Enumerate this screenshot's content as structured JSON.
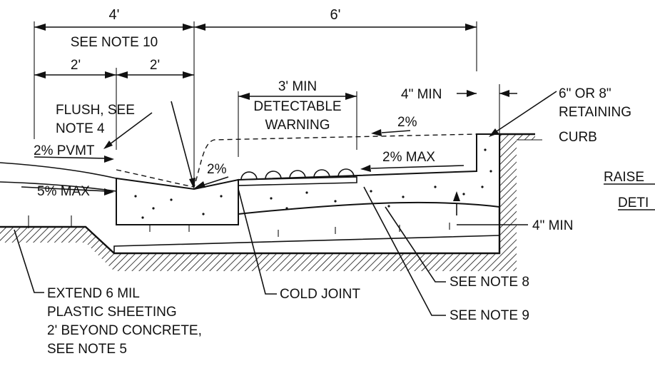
{
  "dimensions": {
    "overall_left": "4'",
    "overall_right": "6'",
    "see_note_10": "SEE NOTE 10",
    "half_left": "2'",
    "half_right": "2'",
    "detectable_min": "3' MIN",
    "curb_gap": "4\" MIN",
    "base_thickness": "4\" MIN"
  },
  "labels": {
    "flush_line1": "FLUSH, SEE",
    "flush_line2": "NOTE 4",
    "pavement_slope": "2% PVMT",
    "max_slope": "5% MAX",
    "gutter_slope": "2%",
    "detectable_line1": "DETECTABLE",
    "detectable_line2": "WARNING",
    "top_slope": "2%",
    "walk_slope": "2% MAX",
    "curb_line1": "6\" OR 8\"",
    "curb_line2": "RETAINING",
    "curb_line3": "CURB",
    "cold_joint": "COLD JOINT",
    "see_note_8": "SEE NOTE 8",
    "see_note_9": "SEE NOTE 9",
    "sheet_line1": "EXTEND 6 MIL",
    "sheet_line2": "PLASTIC SHEETING",
    "sheet_line3": "2' BEYOND CONCRETE,",
    "sheet_line4": "SEE NOTE 5"
  },
  "title_block": {
    "line1": "RAISE",
    "line2": "DETI"
  }
}
